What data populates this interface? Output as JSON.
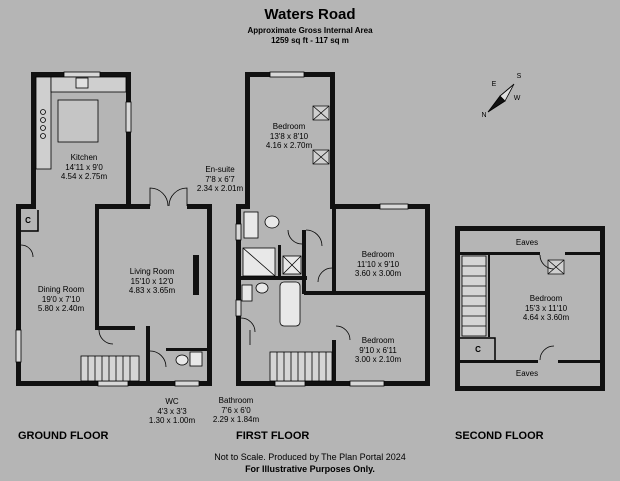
{
  "header": {
    "title": "Waters Road",
    "area_label": "Approximate Gross Internal Area",
    "area_value": "1259 sq ft - 117 sq m"
  },
  "compass": {
    "n": "N",
    "e": "E",
    "s": "S",
    "w": "W"
  },
  "rooms": {
    "kitchen": {
      "name": "Kitchen",
      "imperial": "14'11 x 9'0",
      "metric": "4.54 x 2.75m"
    },
    "dining": {
      "name": "Dining Room",
      "imperial": "19'0 x 7'10",
      "metric": "5.80 x 2.40m"
    },
    "living": {
      "name": "Living Room",
      "imperial": "15'10 x 12'0",
      "metric": "4.83 x 3.65m"
    },
    "wc": {
      "name": "WC",
      "imperial": "4'3 x 3'3",
      "metric": "1.30 x 1.00m"
    },
    "ensuite": {
      "name": "En-suite",
      "imperial": "7'8 x 6'7",
      "metric": "2.34 x 2.01m"
    },
    "bedroom1": {
      "name": "Bedroom",
      "imperial": "13'8 x 8'10",
      "metric": "4.16 x 2.70m"
    },
    "bedroom2": {
      "name": "Bedroom",
      "imperial": "11'10 x 9'10",
      "metric": "3.60 x 3.00m"
    },
    "bedroom3": {
      "name": "Bedroom",
      "imperial": "9'10 x 6'11",
      "metric": "3.00 x 2.10m"
    },
    "bathroom": {
      "name": "Bathroom",
      "imperial": "7'6 x 6'0",
      "metric": "2.29 x 1.84m"
    },
    "bedroom4": {
      "name": "Bedroom",
      "imperial": "15'3 x 11'10",
      "metric": "4.64 x 3.60m"
    },
    "eaves_top": {
      "name": "Eaves"
    },
    "eaves_bottom": {
      "name": "Eaves"
    },
    "cupboard_ground": {
      "name": "C"
    },
    "cupboard_second": {
      "name": "C"
    }
  },
  "floors": {
    "ground": "GROUND FLOOR",
    "first": "FIRST FLOOR",
    "second": "SECOND FLOOR"
  },
  "footer": {
    "note": "Not to Scale. Produced by The Plan Portal 2024",
    "disclaimer": "For Illustrative Purposes Only."
  }
}
